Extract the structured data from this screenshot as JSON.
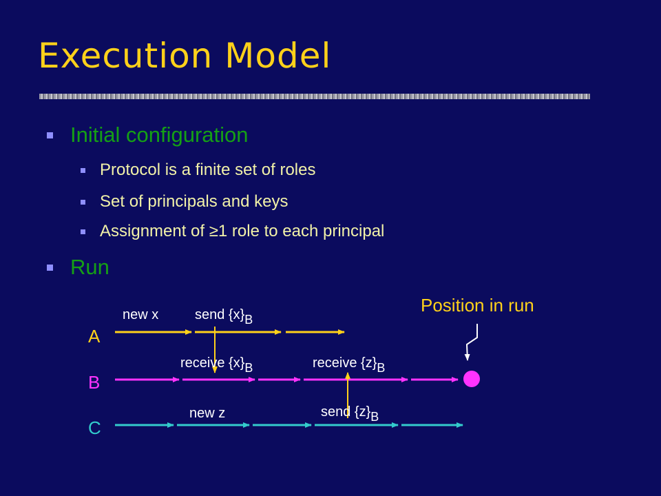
{
  "title": "Execution Model",
  "bullets": {
    "initial": "Initial configuration",
    "sub": [
      "Protocol is a finite set of roles",
      "Set of principals and keys",
      "Assignment of ≥1 role to each principal"
    ],
    "run": "Run"
  },
  "diagram": {
    "roles": [
      "A",
      "B",
      "C"
    ],
    "labels": {
      "new_x": "new x",
      "send_x": "send {x}",
      "receive_x": "receive {x}",
      "receive_z": "receive {z}",
      "new_z": "new z",
      "send_z": "send {z}",
      "subscript": "B"
    },
    "position": "Position in run",
    "colors": {
      "A": "#ffd11a",
      "B": "#ff33ff",
      "C": "#33cccc",
      "message": "#ffd11a"
    }
  }
}
